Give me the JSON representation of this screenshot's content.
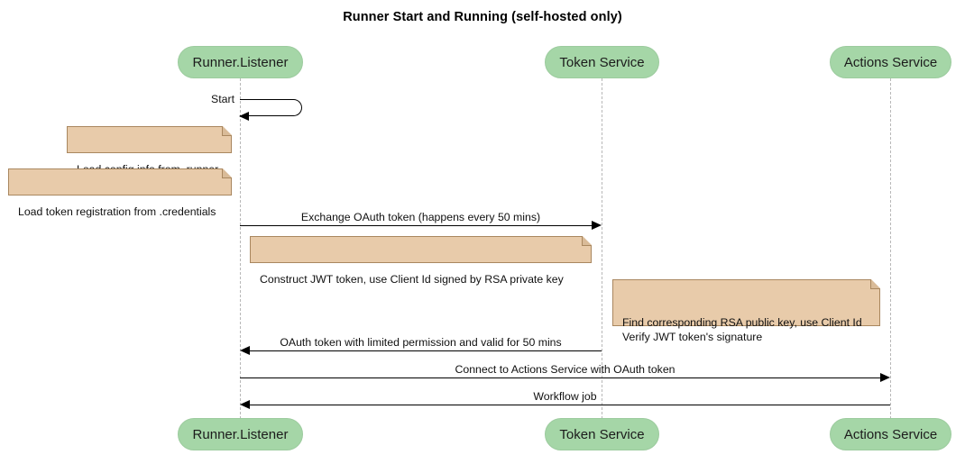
{
  "diagram": {
    "title": "Runner Start and Running (self-hosted only)",
    "type": "sequence-diagram",
    "colors": {
      "participant_fill": "#a5d6a7",
      "participant_border": "#9ccb9e",
      "note_fill": "#e8cbaa",
      "note_border": "#a9875f",
      "lifeline": "#b8b8b8",
      "arrow": "#000000",
      "background": "#ffffff"
    }
  },
  "participants": [
    {
      "id": "runner",
      "label": "Runner.Listener"
    },
    {
      "id": "token",
      "label": "Token Service"
    },
    {
      "id": "actions",
      "label": "Actions Service"
    }
  ],
  "participants_bottom": [
    {
      "id": "runner",
      "label": "Runner.Listener"
    },
    {
      "id": "token",
      "label": "Token Service"
    },
    {
      "id": "actions",
      "label": "Actions Service"
    }
  ],
  "messages": [
    {
      "id": "start",
      "label": "Start",
      "from": "runner",
      "to": "runner",
      "kind": "self",
      "direction": "left"
    },
    {
      "id": "exchange",
      "label": "Exchange OAuth token (happens every 50 mins)",
      "from": "runner",
      "to": "token",
      "kind": "sync",
      "direction": "right"
    },
    {
      "id": "oauth-return",
      "label": "OAuth token with limited permission and valid for 50 mins",
      "from": "token",
      "to": "runner",
      "kind": "sync",
      "direction": "left"
    },
    {
      "id": "connect",
      "label": "Connect to Actions Service with OAuth token",
      "from": "runner",
      "to": "actions",
      "kind": "sync",
      "direction": "right"
    },
    {
      "id": "workflow",
      "label": "Workflow job",
      "from": "actions",
      "to": "runner",
      "kind": "sync",
      "direction": "left"
    }
  ],
  "notes": [
    {
      "id": "load-config",
      "text": "Load config info from .runner"
    },
    {
      "id": "load-token",
      "text": "Load token registration from .credentials"
    },
    {
      "id": "construct-jwt",
      "text": "Construct JWT token, use Client Id signed by RSA private key"
    },
    {
      "id": "verify-jwt",
      "text": "Find corresponding RSA public key, use Client Id\nVerify JWT token's signature"
    }
  ]
}
